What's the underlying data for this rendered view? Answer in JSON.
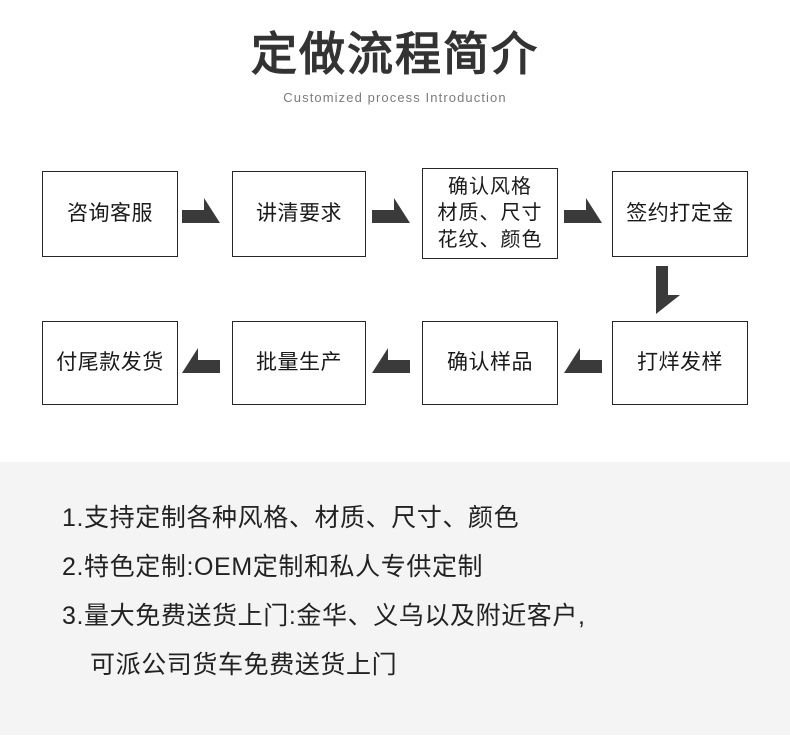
{
  "header": {
    "title": "定做流程简介",
    "subtitle": "Customized process Introduction"
  },
  "colors": {
    "page_background": "#ffffff",
    "notes_background": "#f4f4f4",
    "box_border": "#262626",
    "arrow": "#3a3a3a",
    "title_text": "#333333",
    "subtitle_text": "#7c7c7c",
    "body_text": "#222222"
  },
  "flow": {
    "row1": [
      {
        "id": "step-1",
        "lines": [
          "咨询客服"
        ]
      },
      {
        "id": "step-2",
        "lines": [
          "讲清要求"
        ]
      },
      {
        "id": "step-3",
        "lines": [
          "确认风格",
          "材质、尺寸",
          "花纹、颜色"
        ]
      },
      {
        "id": "step-4",
        "lines": [
          "签约打定金"
        ]
      }
    ],
    "row2": [
      {
        "id": "step-8",
        "lines": [
          "付尾款发货"
        ]
      },
      {
        "id": "step-7",
        "lines": [
          "批量生产"
        ]
      },
      {
        "id": "step-6",
        "lines": [
          "确认样品"
        ]
      },
      {
        "id": "step-5",
        "lines": [
          "打烊发样"
        ]
      }
    ],
    "arrows": [
      {
        "id": "arrow-1-2",
        "direction": "right"
      },
      {
        "id": "arrow-2-3",
        "direction": "right"
      },
      {
        "id": "arrow-3-4",
        "direction": "right"
      },
      {
        "id": "arrow-4-5",
        "direction": "down"
      },
      {
        "id": "arrow-5-6",
        "direction": "left"
      },
      {
        "id": "arrow-6-7",
        "direction": "left"
      },
      {
        "id": "arrow-7-8",
        "direction": "left"
      }
    ]
  },
  "notes": {
    "items": [
      "1.支持定制各种风格、材质、尺寸、颜色",
      "2.特色定制:OEM定制和私人专供定制",
      "3.量大免费送货上门:金华、义乌以及附近客户,"
    ],
    "continuation": "可派公司货车免费送货上门"
  }
}
